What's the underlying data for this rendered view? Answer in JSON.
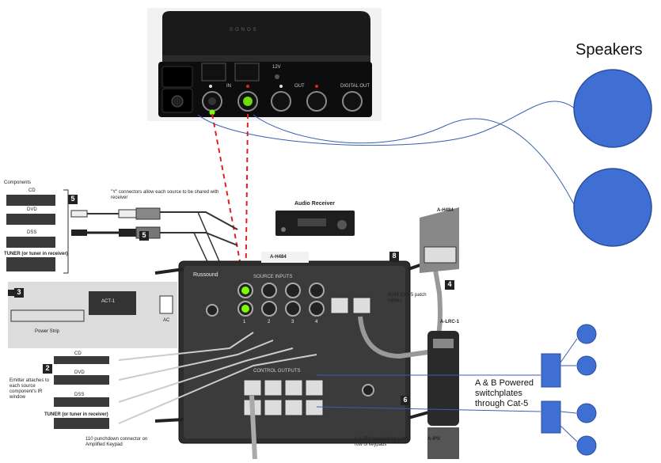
{
  "annotations": {
    "speakers_title": "Speakers",
    "switchplates_line1": "A & B Powered",
    "switchplates_line2": "switchplates",
    "switchplates_line3": "through Cat-5"
  },
  "sonos": {
    "brand": "SONOS",
    "port_in": "IN",
    "port_out": "OUT",
    "port_digital_out": "DIGITAL OUT",
    "port_12v": "12V"
  },
  "diagram": {
    "components_heading": "Components",
    "source_cd": "CD",
    "source_dvd": "DVD",
    "source_dss": "DSS",
    "source_tuner": "TUNER (or tuner in receiver)",
    "y_connector_note": "\"Y\" connectors allow each source to be shared with receiver",
    "audio_receiver": "Audio Receiver",
    "hub_model": "A-H484",
    "hub_brand": "Russound",
    "source_inputs": "SOURCE INPUTS",
    "control_outputs": "CONTROL OUTPUTS",
    "patch_cables": "RJ45 CAT-5 patch cables",
    "remote_model": "A-LRC-1",
    "power_strip": "Power Strip",
    "act1": "ACT-1",
    "ac": "AC",
    "emitter_note": "Emitter attaches to each source component's IR window",
    "punchdown_note": "110 punchdown connector on Amplified Keypad",
    "ips_note": "1 A-IPS required for each row of keypads",
    "ips_label": "A-IPS",
    "emitter_cd": "CD",
    "emitter_dvd": "DVD",
    "emitter_dss": "DSS",
    "emitter_tuner": "TUNER (or tuner in receiver)",
    "callout_2": "2",
    "callout_3": "3",
    "callout_4": "4",
    "callout_5a": "5",
    "callout_5b": "5",
    "callout_6": "6",
    "callout_8": "8",
    "jack_1": "1",
    "jack_2": "2",
    "jack_3": "3",
    "jack_4": "4"
  },
  "colors": {
    "speaker_fill": "#3f6fd2",
    "speaker_stroke": "#2b4f9e",
    "dashed_line": "#e02020",
    "wire": "#3b5fb0"
  }
}
